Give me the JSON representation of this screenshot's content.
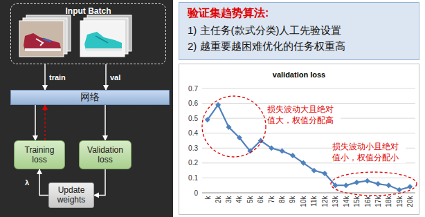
{
  "diagram": {
    "nodes": [
      {
        "text": [
          "Input Batch"
        ]
      },
      {
        "text": [
          "网络"
        ]
      },
      {
        "text": [
          "Training loss"
        ]
      },
      {
        "text": [
          "Validation loss"
        ]
      },
      {
        "text": [
          "Update weights"
        ]
      },
      {
        "text": [
          "验证集趋势算法:",
          "1) 主任务(款式分类)人工先验设置",
          "2) 越重要越困难优化的任务权重高"
        ]
      },
      {
        "text": [
          "validation loss"
        ]
      }
    ],
    "edges": [
      {
        "from": 0,
        "to": 1,
        "label": "train",
        "arrow": "to"
      },
      {
        "from": 0,
        "to": 1,
        "label": "val",
        "arrow": "to"
      },
      {
        "from": 1,
        "to": 2,
        "arrow": "to"
      },
      {
        "from": 2,
        "to": 1,
        "arrow": "to"
      },
      {
        "from": 1,
        "to": 3,
        "arrow": "to"
      },
      {
        "from": 3,
        "to": 4,
        "arrow": "to"
      },
      {
        "from": 4,
        "to": 2,
        "label": "λ",
        "arrow": "to"
      }
    ],
    "labels": [
      "0.7",
      "0.6",
      "0.5",
      "0.4",
      "0.3",
      "0.2",
      "0.1",
      "0",
      "k",
      "2k",
      "3k",
      "4k",
      "5k",
      "6k",
      "7k",
      "8k",
      "9k",
      "10k",
      "11k",
      "12k",
      "13k",
      "14k",
      "15k",
      "16k",
      "17k",
      "18k",
      "19k",
      "20k",
      "损失波动大且绝对值大，权值分配高",
      "损失波动小且绝对值小，权值分配小"
    ]
  }
}
